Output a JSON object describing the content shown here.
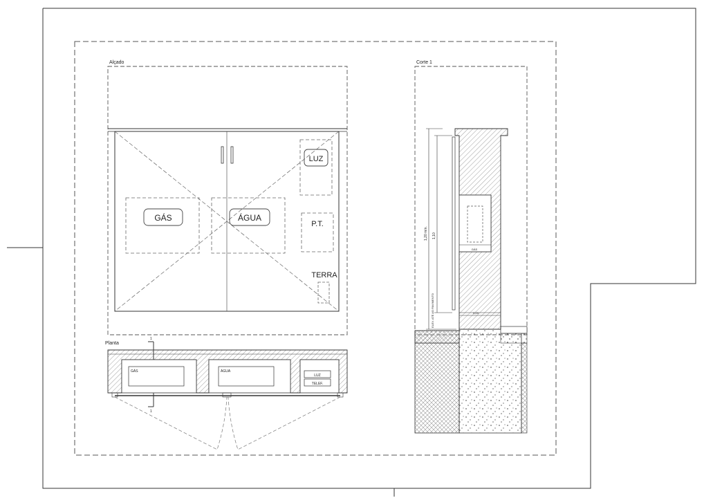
{
  "views": {
    "elevation_title": "Alçado",
    "section_title": "Corte 1",
    "plan_title": "Planta"
  },
  "elevation_labels": {
    "gas": "GÁS",
    "agua": "ÁGUA",
    "luz": "LUZ",
    "pt": "P.T.",
    "terra": "TERRA"
  },
  "plan_labels": {
    "gas": "GÁS",
    "agua": "ÁGUA",
    "luz": "LUZ",
    "telef": "TELEF.",
    "cut_mark_top": "1",
    "cut_mark_bottom": "1"
  },
  "section_labels": {
    "dim_total": "1,20 mín.",
    "dim_inner": "1,10",
    "dim_base": "0,25",
    "floor_note": "ELEV. ATÉ AO PAVIMENTO",
    "gas": "GÁS"
  },
  "colors": {
    "line": "#333333",
    "hatch": "#777777",
    "dashed": "#555555"
  }
}
